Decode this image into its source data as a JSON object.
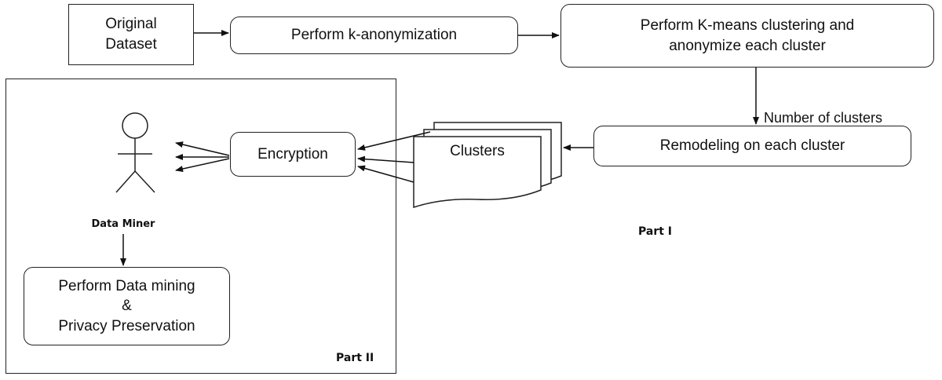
{
  "nodes": {
    "original_dataset": "Original\nDataset",
    "k_anonymization": "Perform k-anonymization",
    "kmeans": "Perform K-means clustering and\nanonymize each cluster",
    "remodeling": "Remodeling on each cluster",
    "clusters": "Clusters",
    "encryption": "Encryption",
    "data_miner": "Data Miner",
    "data_mining_line1": "Perform Data mining",
    "data_mining_line2": "&",
    "data_mining_line3": "Privacy Preservation"
  },
  "edge_labels": {
    "number_of_clusters": "Number of clusters"
  },
  "parts": {
    "part1": "Part I",
    "part2": "Part II"
  }
}
